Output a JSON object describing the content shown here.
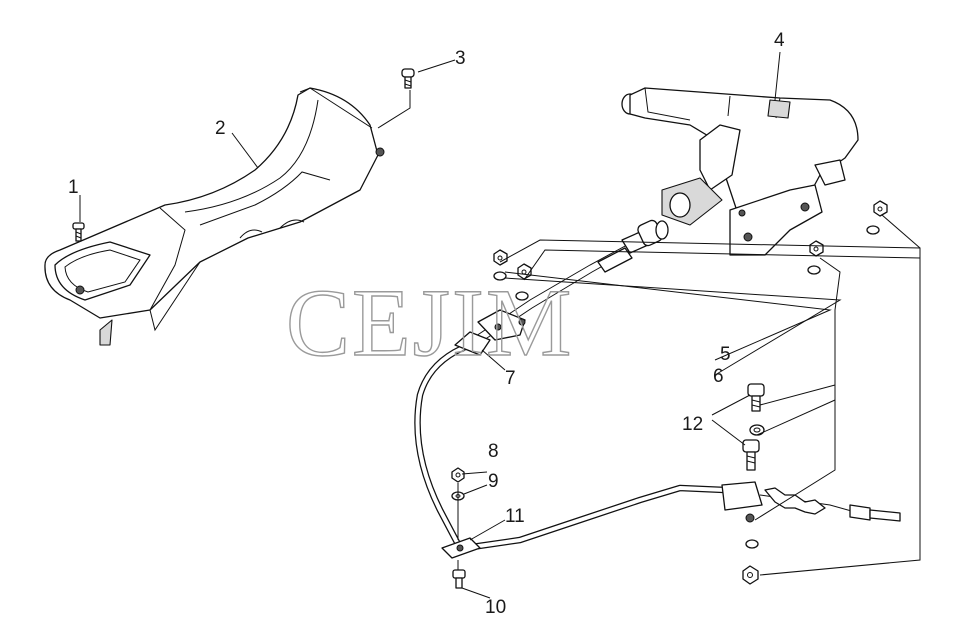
{
  "watermark": "CEJIM",
  "callouts": [
    {
      "id": "1",
      "label": "1"
    },
    {
      "id": "2",
      "label": "2"
    },
    {
      "id": "3",
      "label": "3"
    },
    {
      "id": "4",
      "label": "4"
    },
    {
      "id": "5",
      "label": "5"
    },
    {
      "id": "6",
      "label": "6"
    },
    {
      "id": "7",
      "label": "7"
    },
    {
      "id": "8",
      "label": "8"
    },
    {
      "id": "9",
      "label": "9"
    },
    {
      "id": "10",
      "label": "10"
    },
    {
      "id": "11",
      "label": "11"
    },
    {
      "id": "12",
      "label": "12"
    }
  ]
}
